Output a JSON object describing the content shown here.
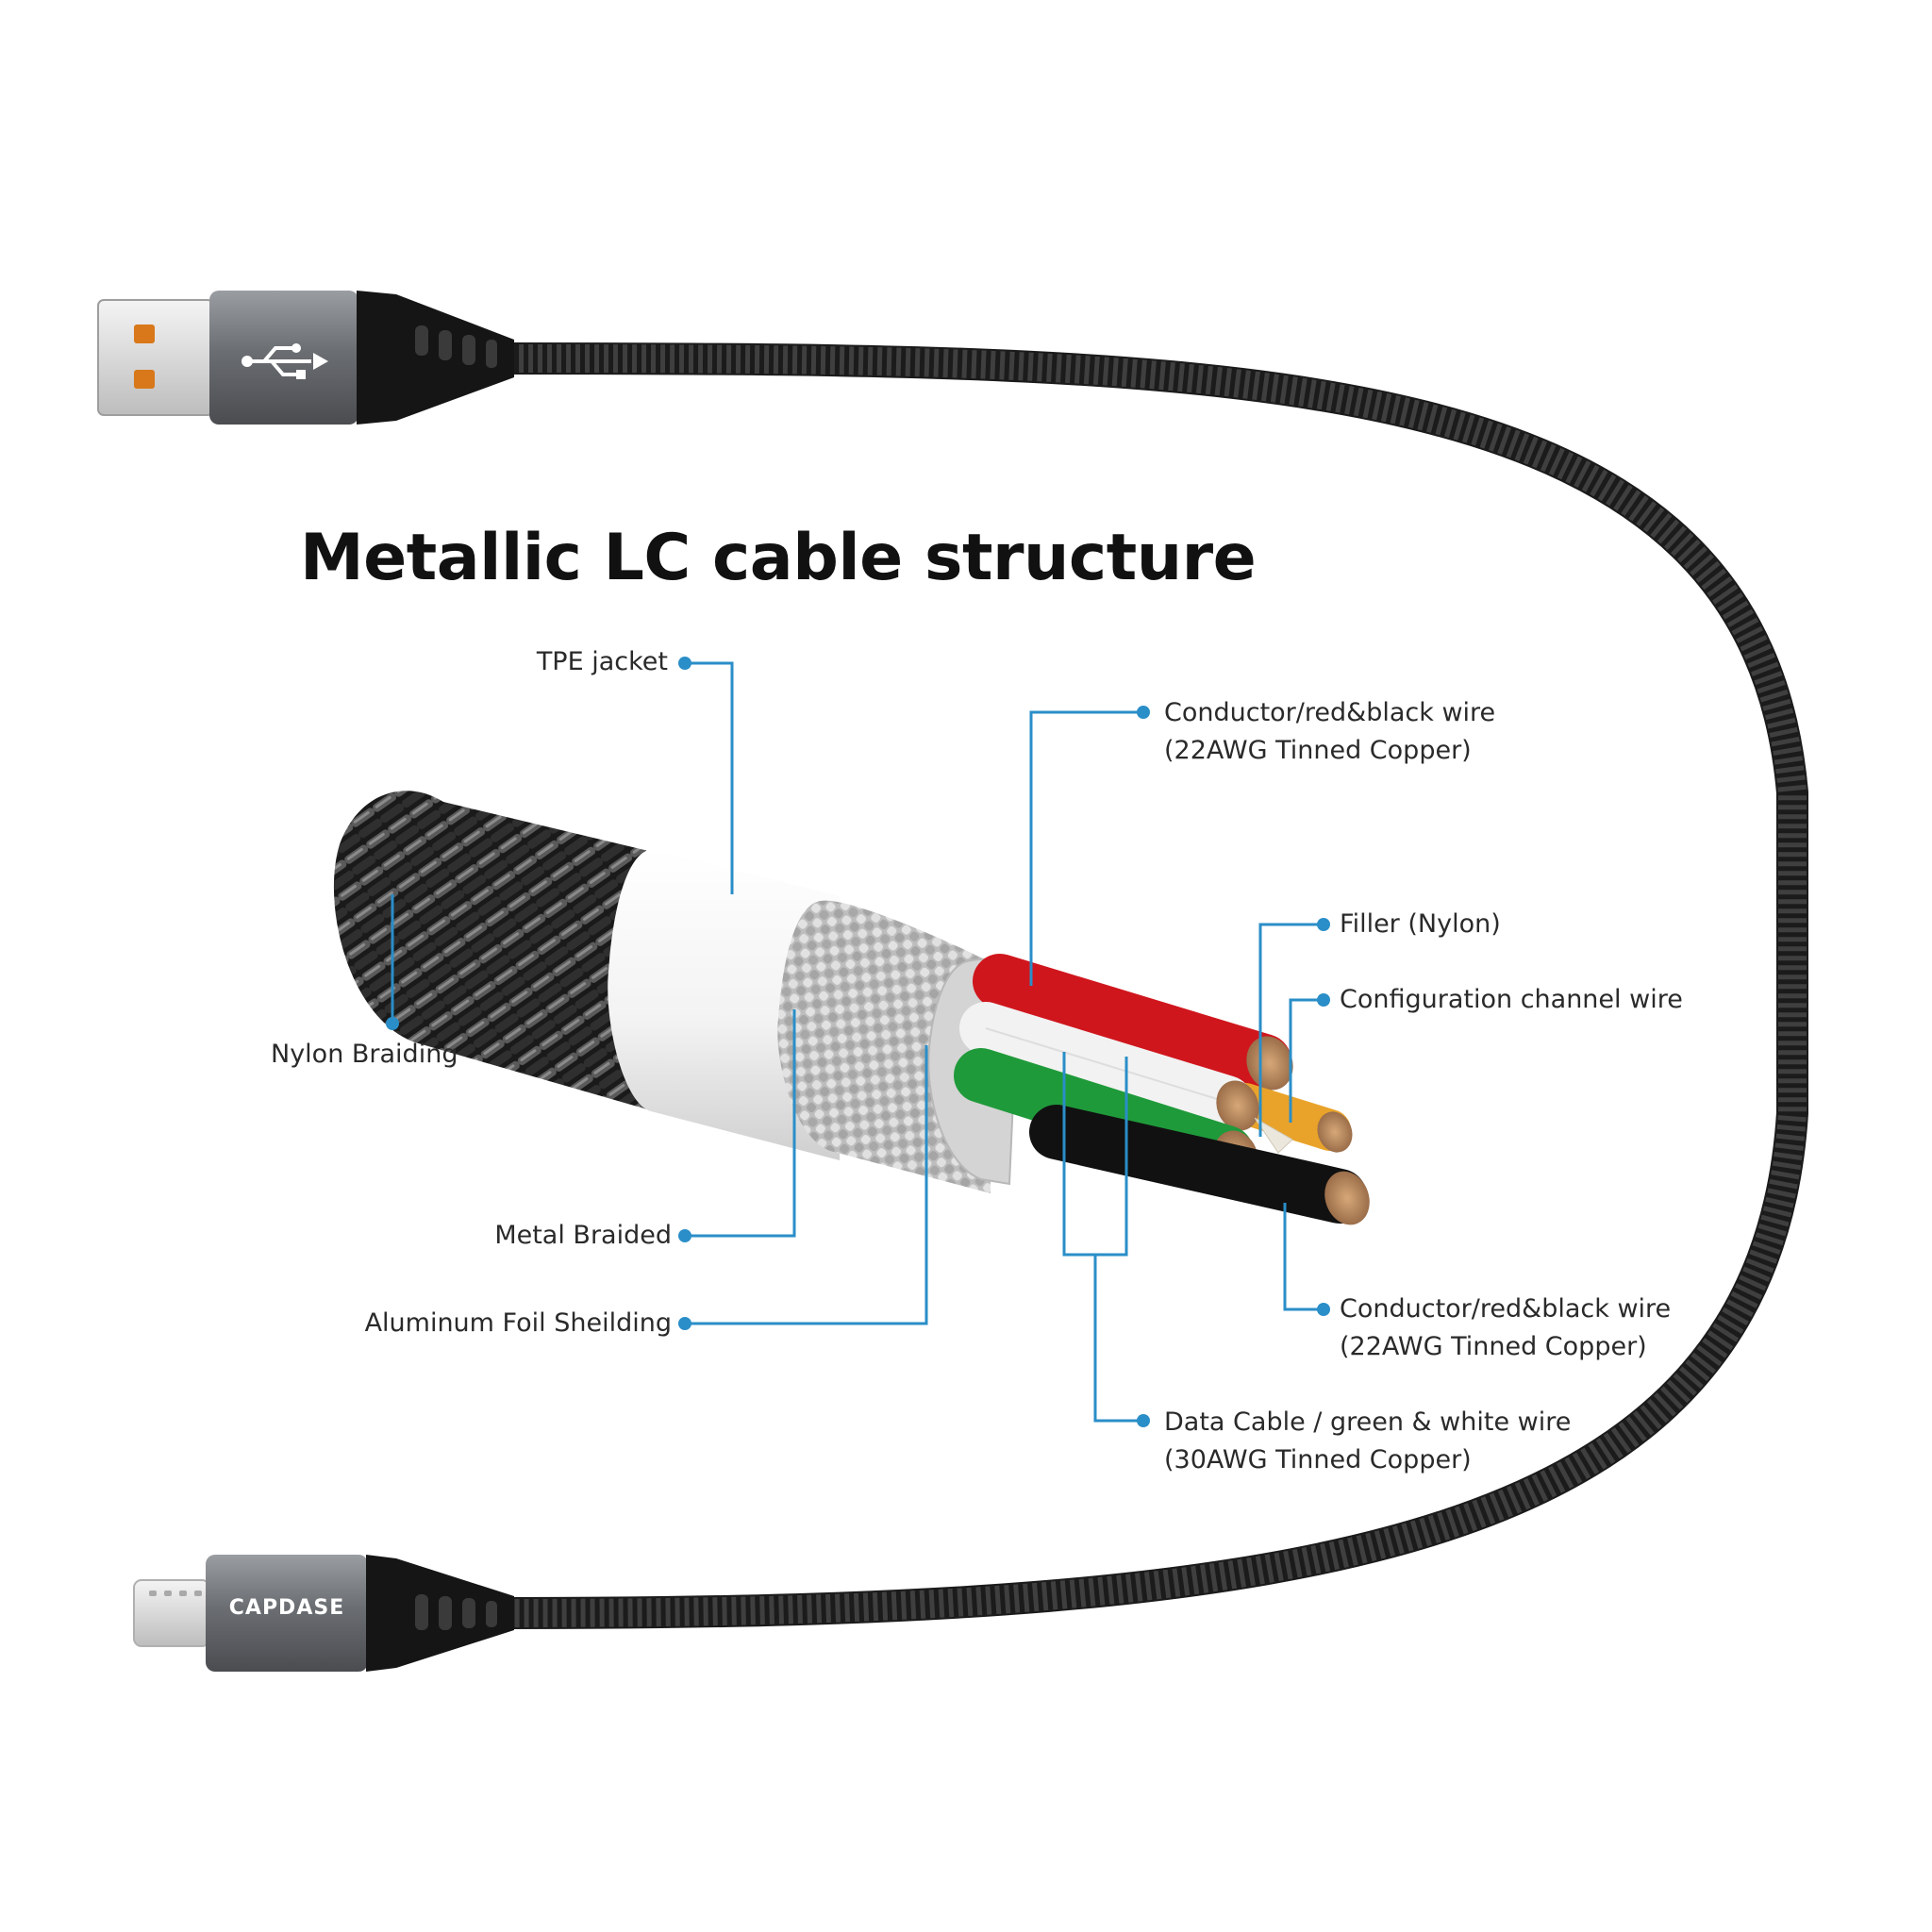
{
  "title": "Metallic LC cable structure",
  "brand": "CAPDASE",
  "labels": {
    "tpe_jacket": "TPE jacket",
    "nylon_braiding": "Nylon Braiding",
    "metal_braided": "Metal Braided",
    "aluminum_foil": "Aluminum Foil Sheilding",
    "conductor_top_line1": "Conductor/red&black wire",
    "conductor_top_line2": "(22AWG Tinned Copper)",
    "filler": "Filler (Nylon)",
    "configuration_channel": "Configuration channel wire",
    "conductor_bottom_line1": "Conductor/red&black wire",
    "conductor_bottom_line2": "(22AWG Tinned Copper)",
    "data_cable_line1": "Data Cable / green & white wire",
    "data_cable_line2": "(30AWG Tinned Copper)"
  },
  "colors": {
    "callout": "#2a8ec8",
    "cable_black": "#1b1b1b",
    "housing_gray": "#6e7175",
    "wire_red": "#d0161d",
    "wire_green": "#1f9a3a",
    "wire_white": "#f2f2f2",
    "wire_black": "#111111",
    "filler_yellow": "#e9a32a",
    "copper": "#b98a5c"
  },
  "icons": [
    "usb-symbol-icon"
  ]
}
